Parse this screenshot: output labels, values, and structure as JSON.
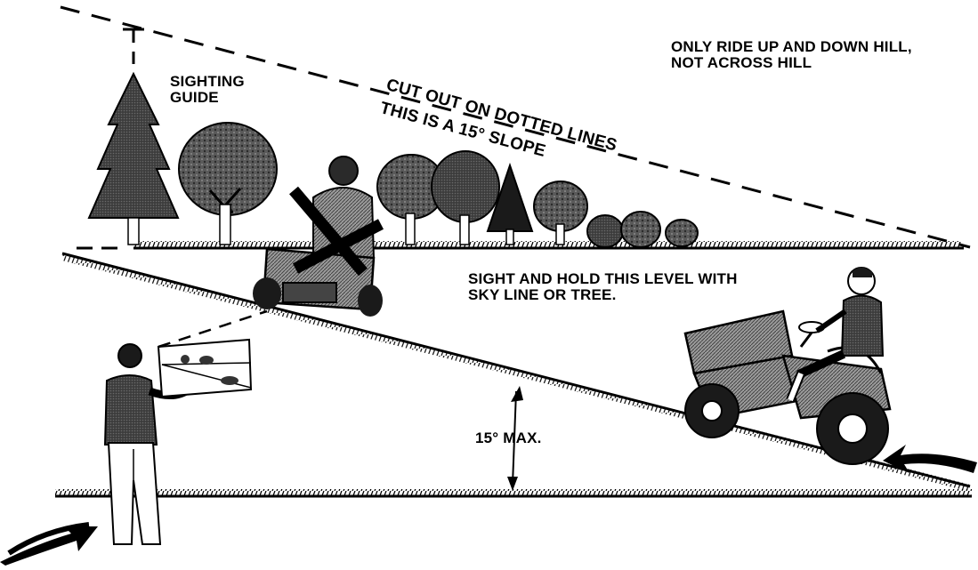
{
  "labels": {
    "sighting_guide": [
      "SIGHTING",
      "GUIDE"
    ],
    "cut_out": "CUT OUT ON DOTTED LINES",
    "slope_note": "THIS IS A 15° SLOPE",
    "ride_note": [
      "ONLY RIDE UP AND DOWN HILL,",
      "NOT ACROSS HILL"
    ],
    "sight_note": [
      "SIGHT AND HOLD THIS LEVEL WITH",
      "SKY LINE OR TREE."
    ],
    "max_angle": "15° MAX."
  },
  "slope_degrees_max": 15,
  "colors": {
    "ink": "#000000",
    "paper": "#ffffff",
    "shade": "#4a4a4a",
    "light_shade": "#9a9a9a"
  }
}
